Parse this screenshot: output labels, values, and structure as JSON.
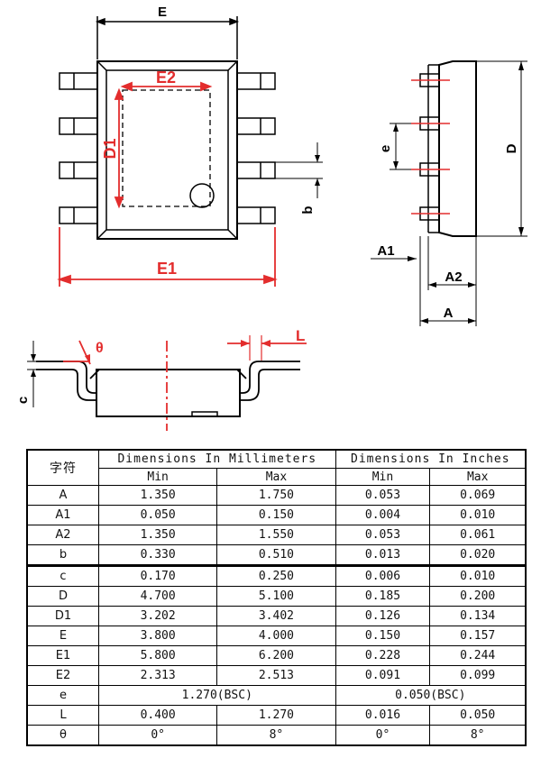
{
  "labels": {
    "E": "E",
    "E2": "E2",
    "D1": "D1",
    "E1": "E1",
    "b": "b",
    "e": "e",
    "D": "D",
    "A1": "A1",
    "A2": "A2",
    "A": "A",
    "theta": "θ",
    "L": "L",
    "c": "c"
  },
  "table": {
    "symbol_header": "字符",
    "mm_header": "Dimensions In Millimeters",
    "in_header": "Dimensions In Inches",
    "min": "Min",
    "max": "Max",
    "rows": [
      {
        "sym": "A",
        "mm_min": "1.350",
        "mm_max": "1.750",
        "in_min": "0.053",
        "in_max": "0.069"
      },
      {
        "sym": "A1",
        "mm_min": "0.050",
        "mm_max": "0.150",
        "in_min": "0.004",
        "in_max": "0.010"
      },
      {
        "sym": "A2",
        "mm_min": "1.350",
        "mm_max": "1.550",
        "in_min": "0.053",
        "in_max": "0.061"
      },
      {
        "sym": "b",
        "mm_min": "0.330",
        "mm_max": "0.510",
        "in_min": "0.013",
        "in_max": "0.020"
      },
      {
        "sym": "c",
        "mm_min": "0.170",
        "mm_max": "0.250",
        "in_min": "0.006",
        "in_max": "0.010"
      },
      {
        "sym": "D",
        "mm_min": "4.700",
        "mm_max": "5.100",
        "in_min": "0.185",
        "in_max": "0.200"
      },
      {
        "sym": "D1",
        "mm_min": "3.202",
        "mm_max": "3.402",
        "in_min": "0.126",
        "in_max": "0.134"
      },
      {
        "sym": "E",
        "mm_min": "3.800",
        "mm_max": "4.000",
        "in_min": "0.150",
        "in_max": "0.157"
      },
      {
        "sym": "E1",
        "mm_min": "5.800",
        "mm_max": "6.200",
        "in_min": "0.228",
        "in_max": "0.244"
      },
      {
        "sym": "E2",
        "mm_min": "2.313",
        "mm_max": "2.513",
        "in_min": "0.091",
        "in_max": "0.099"
      }
    ],
    "row_e": {
      "sym": "e",
      "mm": "1.270(BSC)",
      "in": "0.050(BSC)"
    },
    "row_L": {
      "sym": "L",
      "mm_min": "0.400",
      "mm_max": "1.270",
      "in_min": "0.016",
      "in_max": "0.050"
    },
    "row_theta": {
      "sym": "θ",
      "mm_min": "0°",
      "mm_max": "8°",
      "in_min": "0°",
      "in_max": "8°"
    }
  },
  "colors": {
    "dimension_red": "#e32d2d",
    "outline": "#000000"
  }
}
